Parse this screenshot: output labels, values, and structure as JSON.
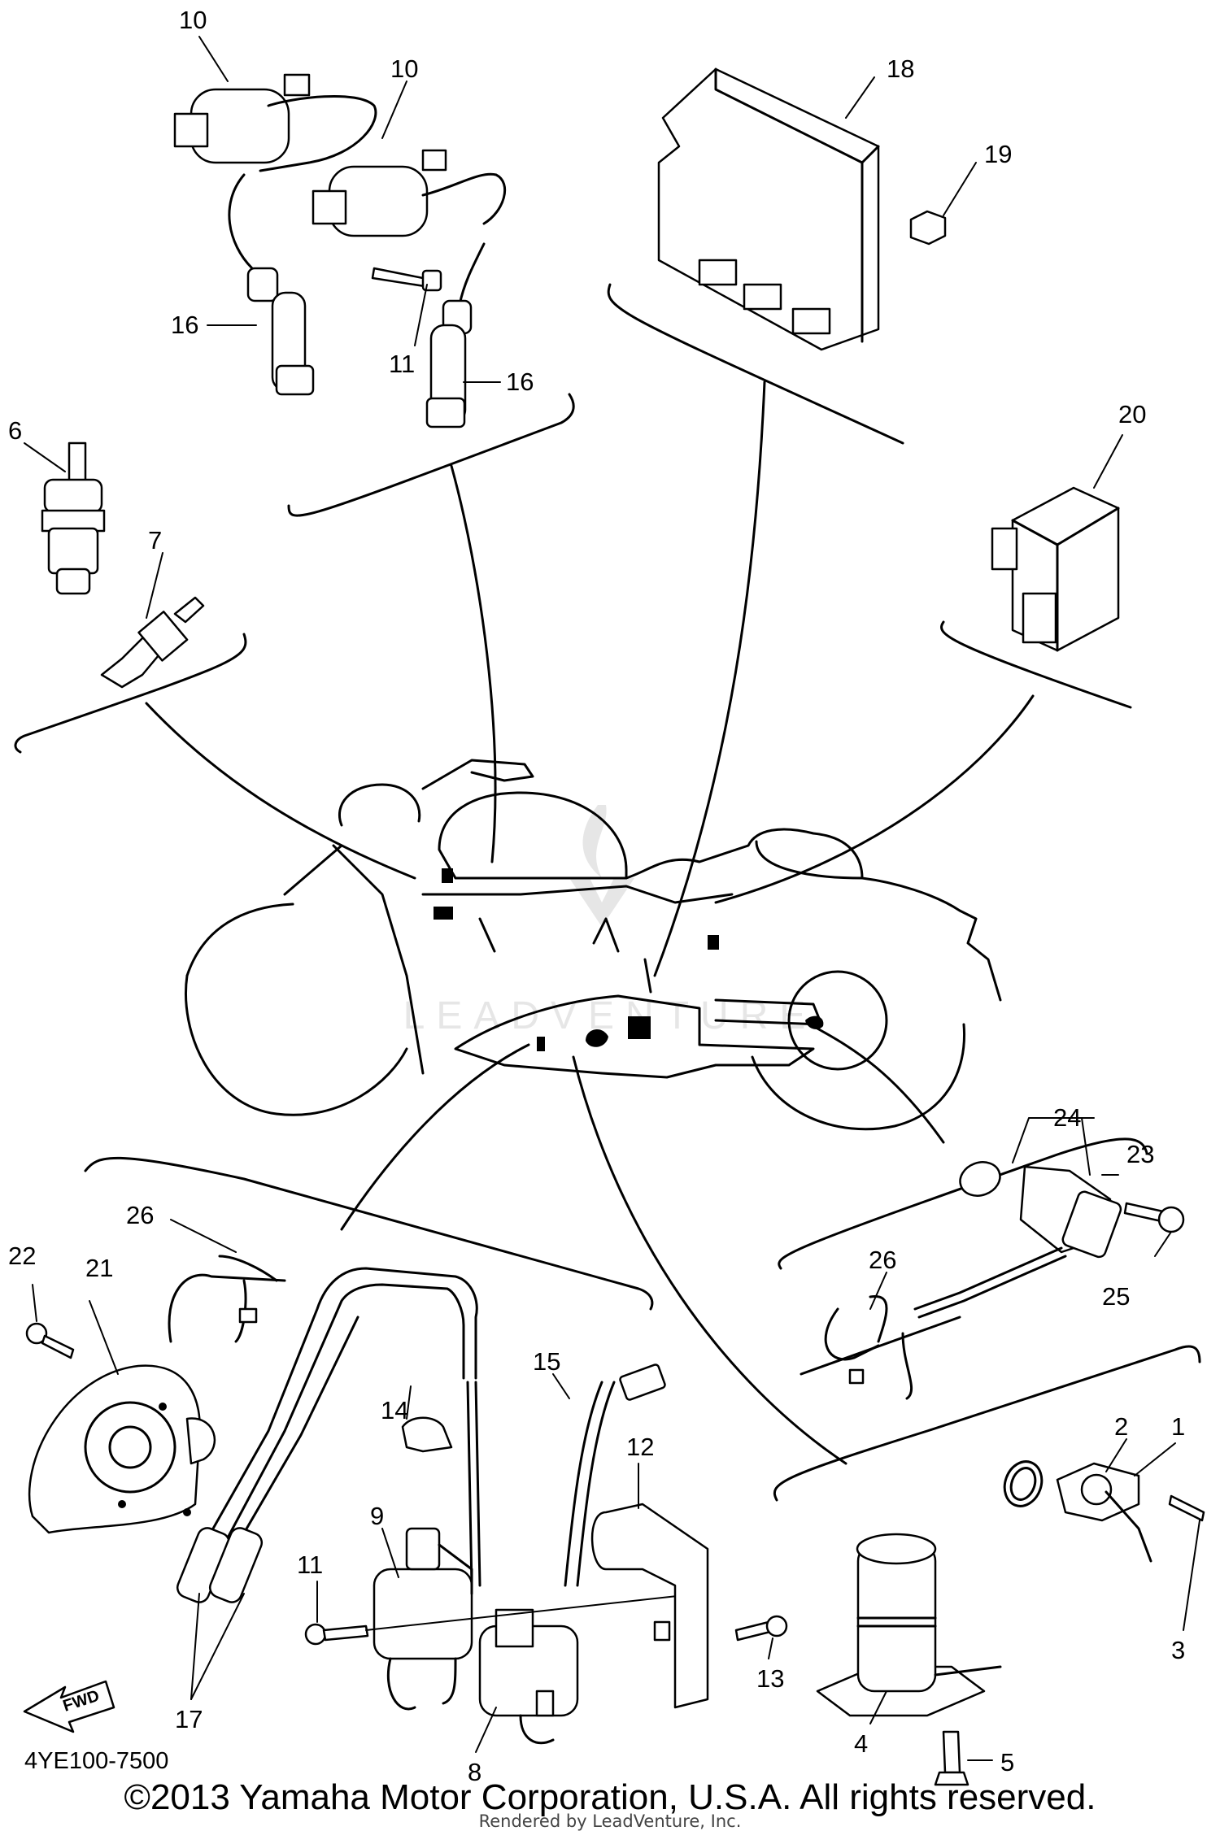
{
  "diagram": {
    "part_code": "4YE100-7500",
    "copyright": "©2013 Yamaha Motor Corporation, U.S.A. All rights reserved.",
    "rendered_by": "Rendered by LeadVenture, Inc.",
    "watermark": "LEADVENTURE",
    "fwd_label": "FWD",
    "callouts": {
      "c10a": "10",
      "c10b": "10",
      "c16a": "16",
      "c11a": "11",
      "c16b": "16",
      "c18": "18",
      "c19": "19",
      "c6": "6",
      "c7": "7",
      "c20": "20",
      "c24": "24",
      "c23": "23",
      "c25": "25",
      "c26a": "26",
      "c26b": "26",
      "c22": "22",
      "c21": "21",
      "c14": "14",
      "c15": "15",
      "c12": "12",
      "c9": "9",
      "c11b": "11",
      "c13": "13",
      "c17": "17",
      "c8": "8",
      "c2": "2",
      "c1": "1",
      "c3": "3",
      "c4": "4",
      "c5": "5"
    }
  }
}
